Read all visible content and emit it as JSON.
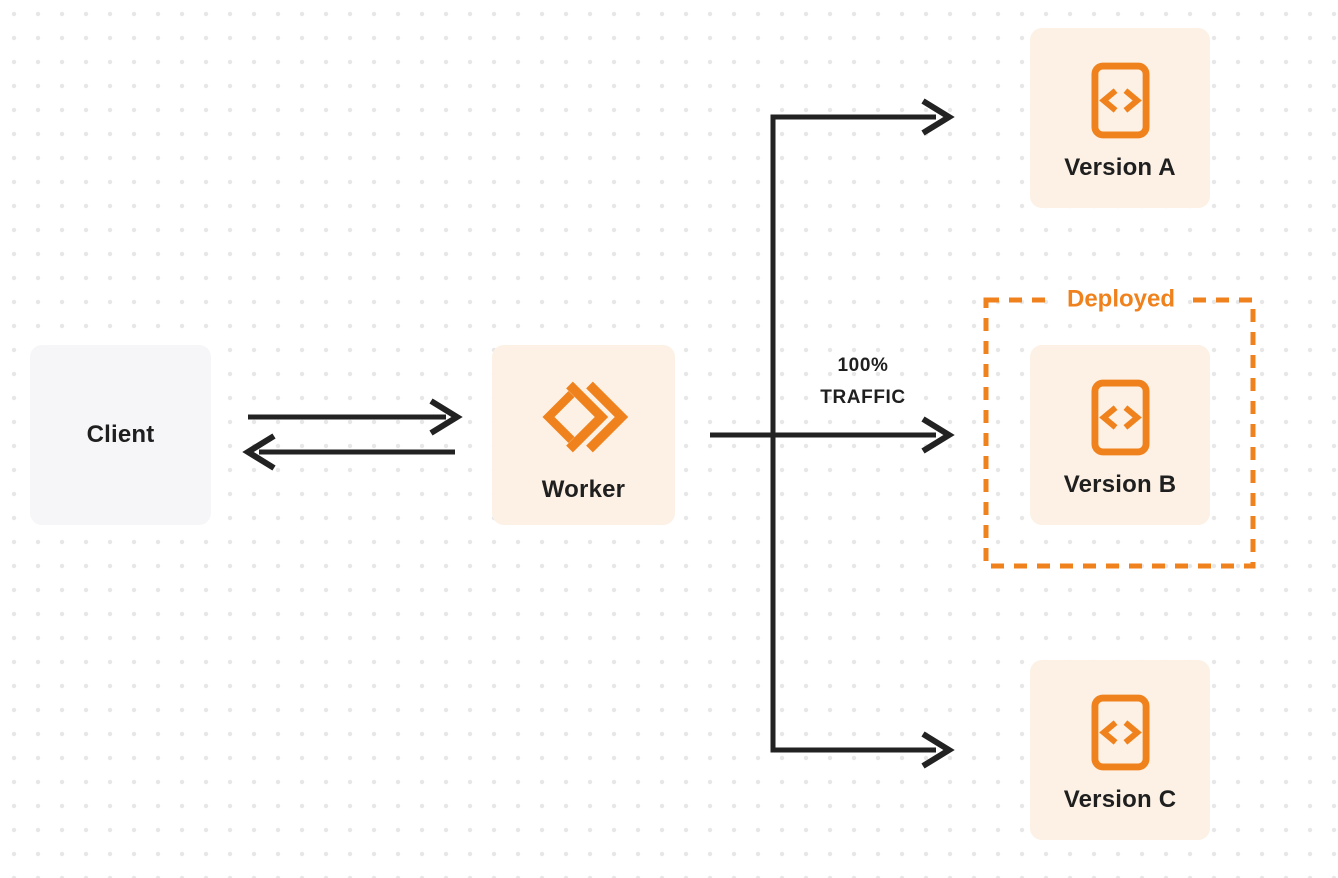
{
  "diagram": {
    "nodes": {
      "client": {
        "label": "Client",
        "icon": null
      },
      "worker": {
        "label": "Worker",
        "icon": "workers-logo-icon"
      },
      "version_a": {
        "label": "Version A",
        "icon": "code-file-icon"
      },
      "version_b": {
        "label": "Version B",
        "icon": "code-file-icon"
      },
      "version_c": {
        "label": "Version C",
        "icon": "code-file-icon"
      }
    },
    "deployed_group": {
      "label": "Deployed",
      "contains": "version_b"
    },
    "traffic_label": {
      "line1": "100%",
      "line2": "TRAFFIC"
    },
    "edges": [
      {
        "from": "client",
        "to": "worker",
        "direction": "bidirectional",
        "label": ""
      },
      {
        "from": "worker",
        "to": "version_a",
        "direction": "forward",
        "label": ""
      },
      {
        "from": "worker",
        "to": "version_b",
        "direction": "forward",
        "label": "100% TRAFFIC"
      },
      {
        "from": "worker",
        "to": "version_c",
        "direction": "forward",
        "label": ""
      }
    ],
    "colors": {
      "accent_orange": "#f0821e",
      "node_cream_bg": "#fcf1e4",
      "client_gray_bg": "#f6f6f8",
      "arrow_dark": "#222222",
      "dot_grid": "#e7e7e7",
      "canvas_bg": "#ffffff"
    }
  }
}
